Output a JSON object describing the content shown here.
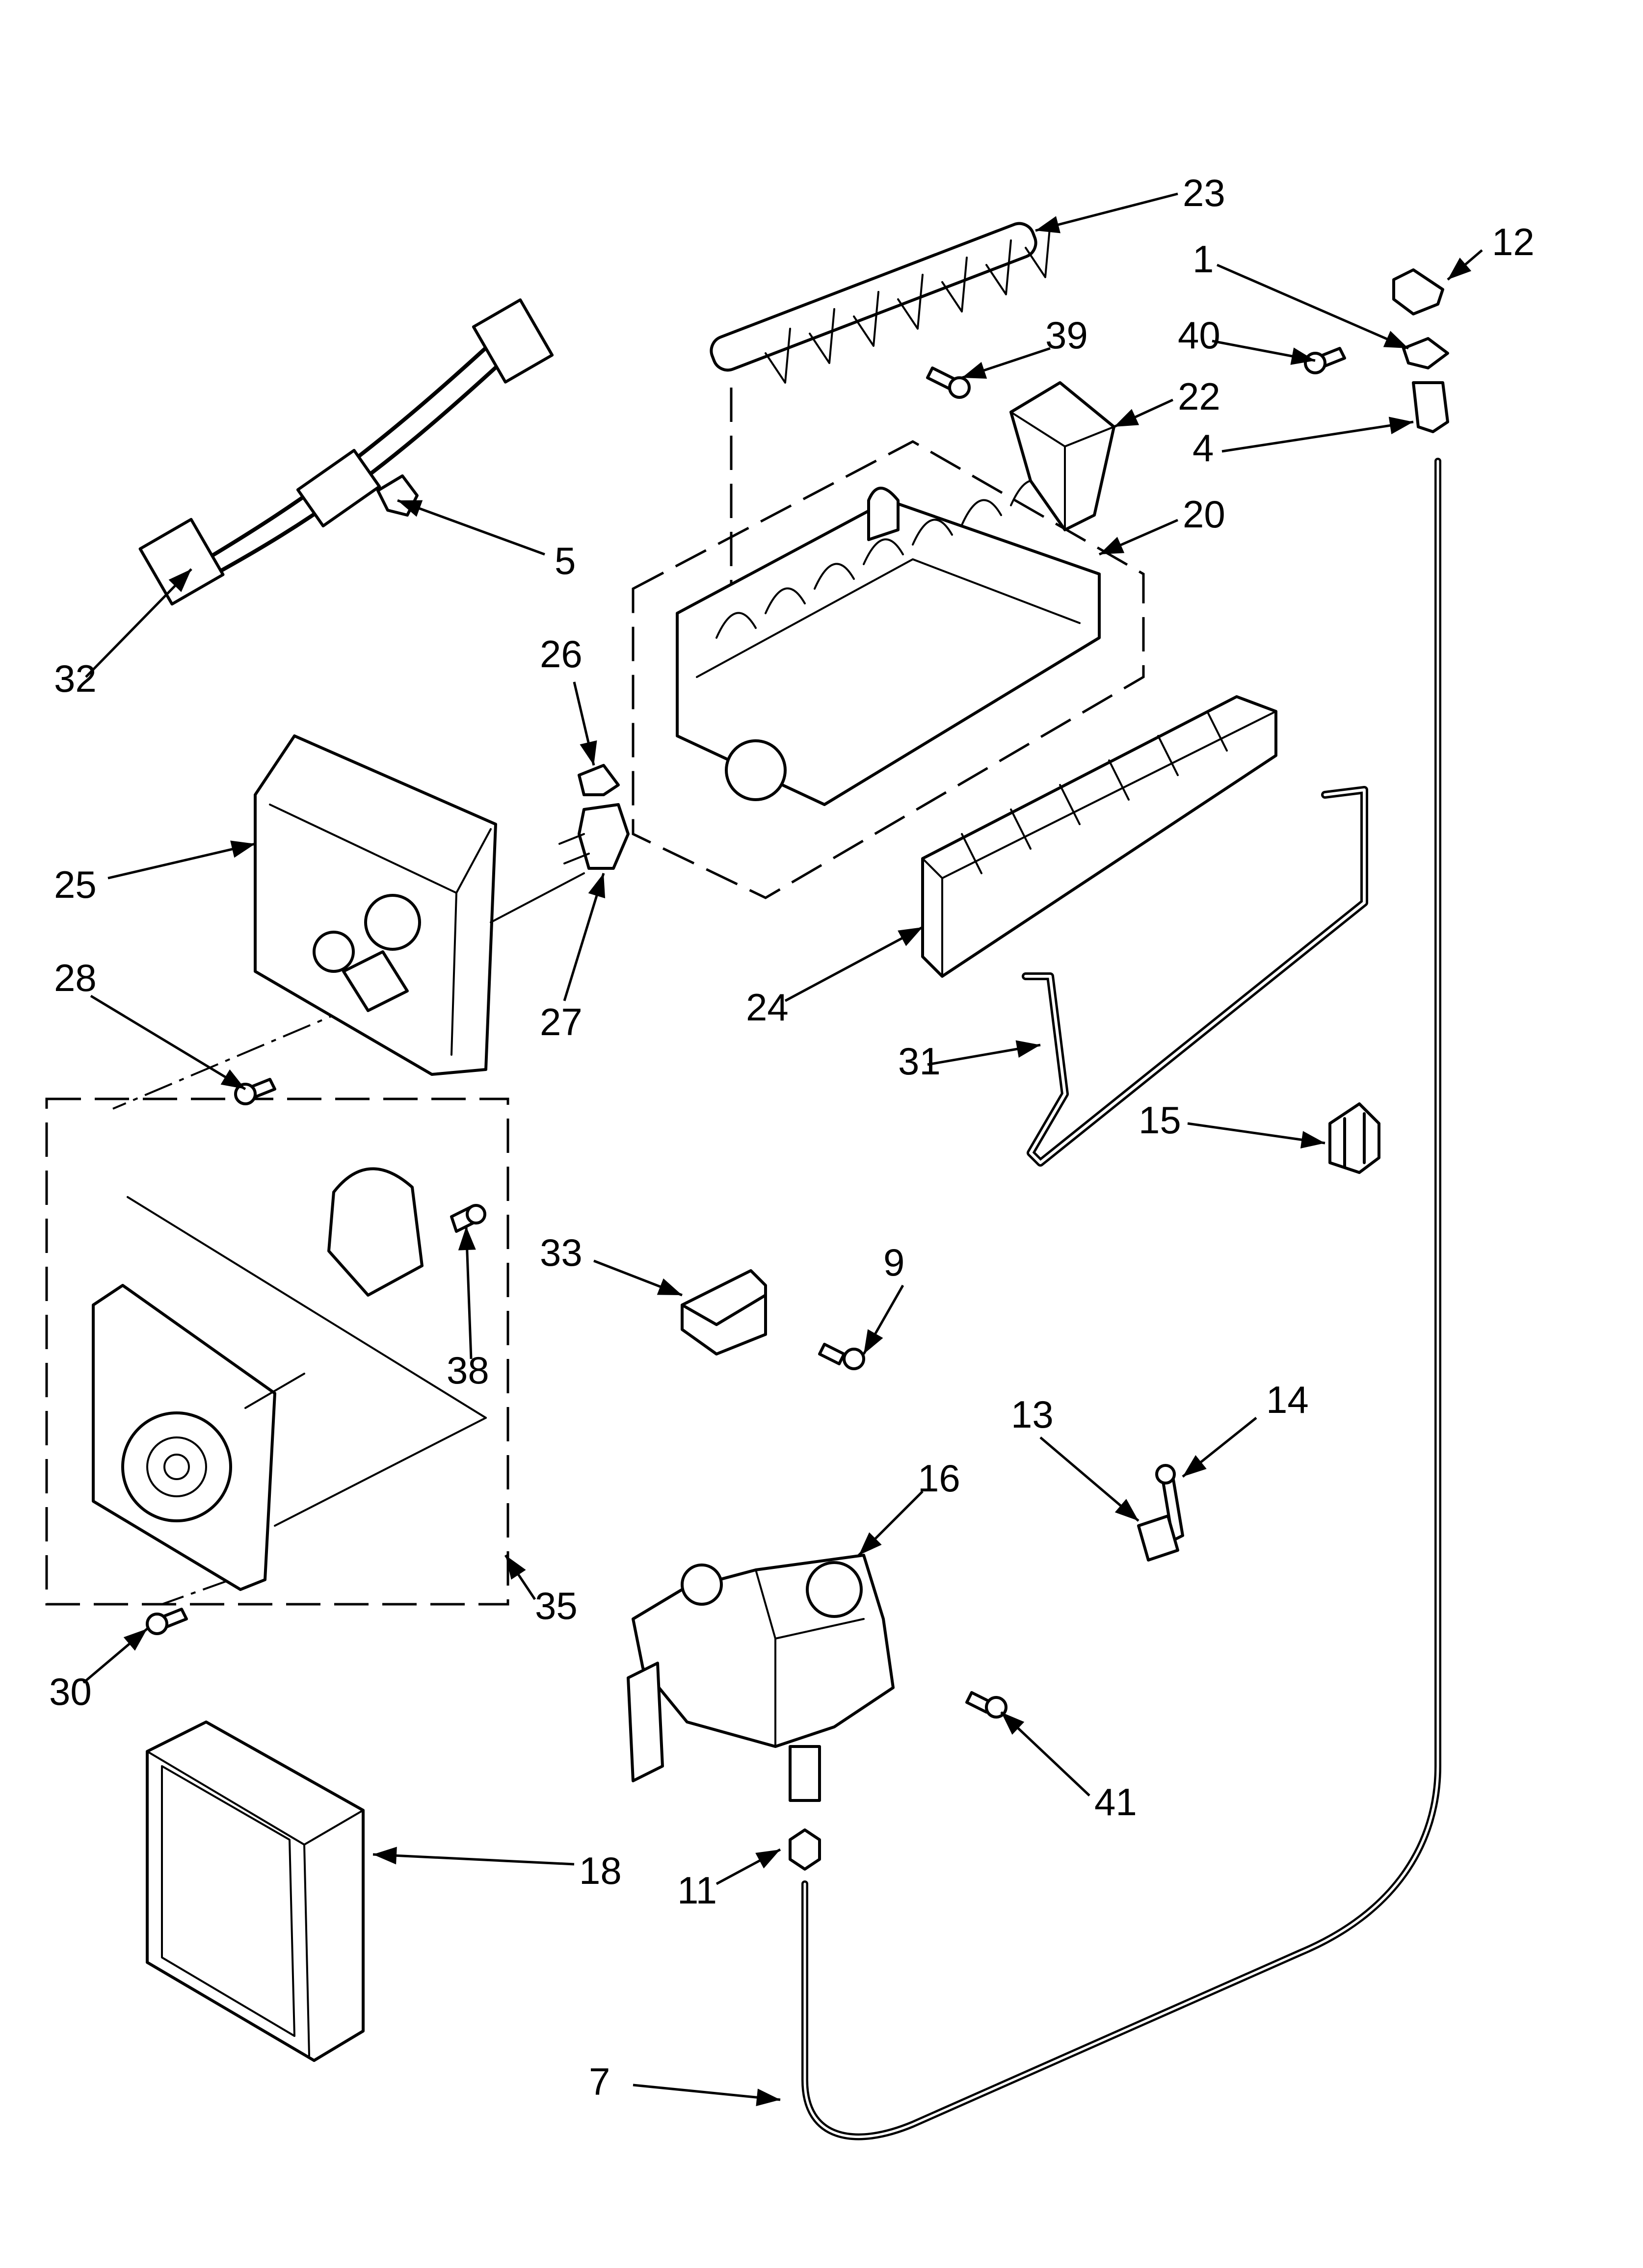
{
  "callouts": [
    {
      "label": "23"
    },
    {
      "label": "12"
    },
    {
      "label": "1"
    },
    {
      "label": "39"
    },
    {
      "label": "40"
    },
    {
      "label": "22"
    },
    {
      "label": "4"
    },
    {
      "label": "5"
    },
    {
      "label": "20"
    },
    {
      "label": "32"
    },
    {
      "label": "26"
    },
    {
      "label": "25"
    },
    {
      "label": "28"
    },
    {
      "label": "27"
    },
    {
      "label": "24"
    },
    {
      "label": "31"
    },
    {
      "label": "15"
    },
    {
      "label": "33"
    },
    {
      "label": "9"
    },
    {
      "label": "38"
    },
    {
      "label": "13"
    },
    {
      "label": "14"
    },
    {
      "label": "16"
    },
    {
      "label": "35"
    },
    {
      "label": "30"
    },
    {
      "label": "41"
    },
    {
      "label": "18"
    },
    {
      "label": "11"
    },
    {
      "label": "7"
    }
  ],
  "colors": {
    "ink": "#000000",
    "paper": "#ffffff"
  }
}
